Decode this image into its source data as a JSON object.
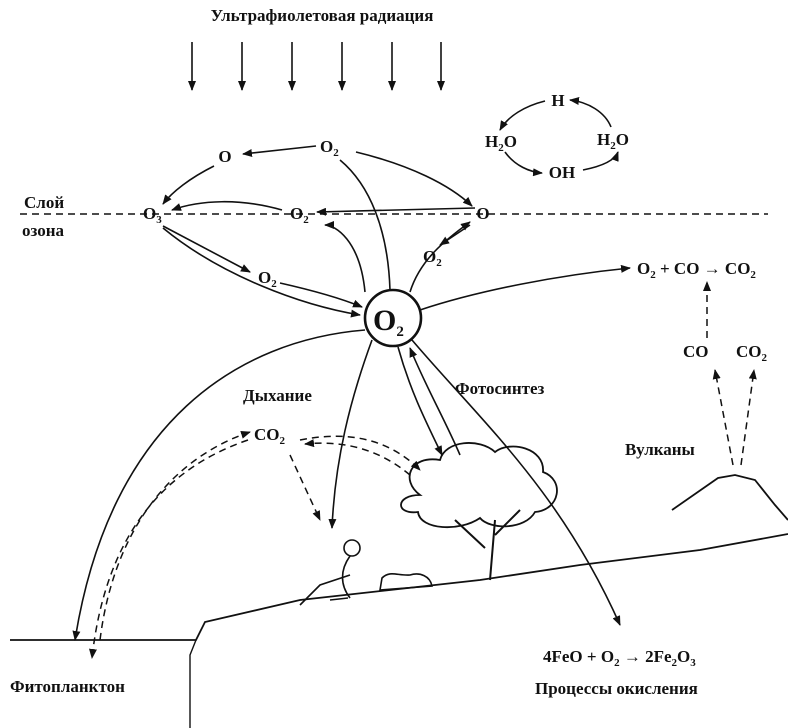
{
  "title": "Ультрафиолетовая радиация",
  "ozone_layer": {
    "line1": "Слой",
    "line2": "озона"
  },
  "center_molecule": {
    "text": "O",
    "sub": "2"
  },
  "hydrogen_cycle": {
    "h": "H",
    "h2o_left": {
      "text": "H",
      "sub": "2",
      "tail": "O"
    },
    "h2o_right": {
      "text": "H",
      "sub": "2",
      "tail": "O"
    },
    "oh": "OH"
  },
  "upper_species": {
    "o_left": "O",
    "o2_top": {
      "text": "O",
      "sub": "2"
    },
    "o3": {
      "text": "O",
      "sub": "3"
    },
    "o2_mid": {
      "text": "O",
      "sub": "2"
    },
    "o_right": "O",
    "o2_lower_left": {
      "text": "O",
      "sub": "2"
    },
    "o2_lower_right": {
      "text": "O",
      "sub": "2"
    }
  },
  "volcano_reaction": {
    "o2": {
      "text": "O",
      "sub": "2"
    },
    "plus": "+",
    "co": "CO",
    "arrow": "→",
    "co2": {
      "text": "CO",
      "sub": "2"
    }
  },
  "volcano_gases": {
    "co": "CO",
    "co2": {
      "text": "CO",
      "sub": "2"
    }
  },
  "labels": {
    "respiration": "Дыхание",
    "photosynthesis": "Фотосинтез",
    "volcanoes": "Вулканы",
    "co2_biosphere": {
      "text": "CO",
      "sub": "2"
    },
    "phytoplankton": "Фитопланктон",
    "oxidation": "Процессы окисления"
  },
  "oxidation_reaction": {
    "left": "4FeO + O",
    "left_sub": "2",
    "arrow": "→",
    "right": "2Fe",
    "right_sub1": "2",
    "right_mid": "O",
    "right_sub2": "3"
  }
}
